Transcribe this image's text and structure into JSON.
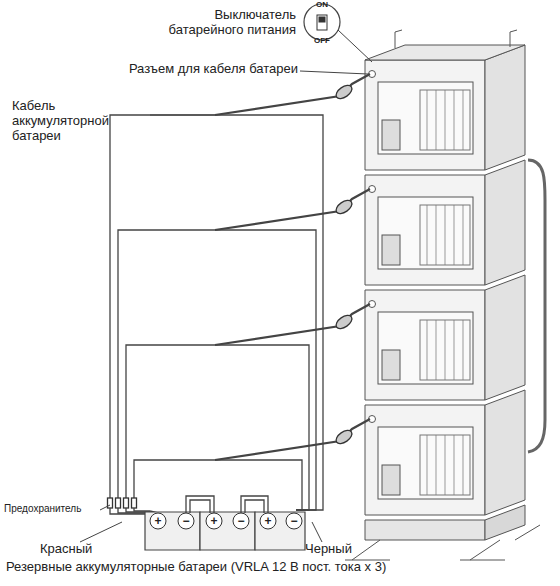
{
  "diagram": {
    "labels": [
      "ON",
      "OFF",
      "Выключатель батарейного питания",
      "Разъем для кабеля батареи",
      "Кабель аккумуляторной батареи",
      "Предохранитель",
      "+",
      "−",
      "+",
      "−",
      "+",
      "−",
      "Красный",
      "Черный",
      "Резервные аккумуляторные батареи (VRLA 12 В пост. тока x 3)"
    ]
  }
}
